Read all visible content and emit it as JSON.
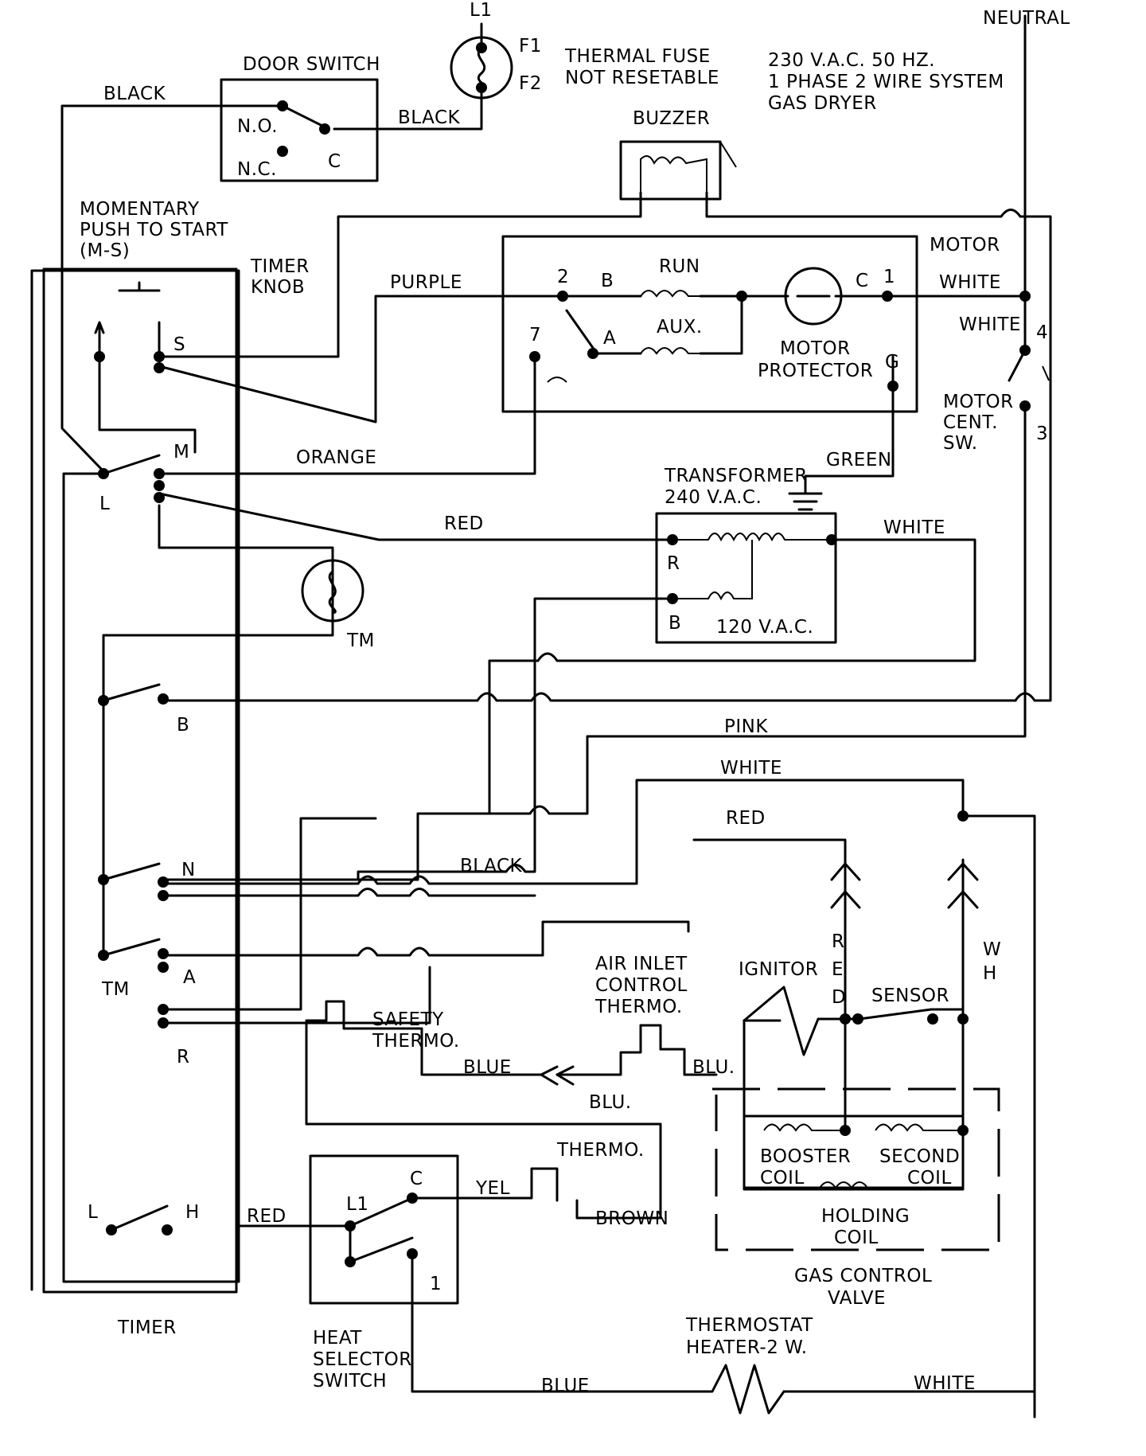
{
  "labels": {
    "l1_top": "L1",
    "f1": "F1",
    "f2": "F2",
    "thermal_fuse_1": "THERMAL FUSE",
    "thermal_fuse_2": "NOT RESETABLE",
    "spec_1": "230 V.A.C. 50 HZ.",
    "spec_2": "1 PHASE 2 WIRE SYSTEM",
    "spec_3": "GAS DRYER",
    "neutral": "NEUTRAL",
    "door_switch": "DOOR SWITCH",
    "ds_no": "N.O.",
    "ds_nc": "N.C.",
    "ds_c": "C",
    "black_1": "BLACK",
    "black_2": "BLACK",
    "buzzer": "BUZZER",
    "momentary_1": "MOMENTARY",
    "momentary_2": "PUSH TO START",
    "momentary_3": "(M-S)",
    "timer_knob_1": "TIMER",
    "timer_knob_2": "KNOB",
    "purple": "PURPLE",
    "motor": "MOTOR",
    "t_2": "2",
    "t_b": "B",
    "run": "RUN",
    "t_c": "C",
    "t_1": "1",
    "white_motor": "WHITE",
    "t_7": "7",
    "t_a": "A",
    "aux": "AUX.",
    "motor_protector_1": "MOTOR",
    "motor_protector_2": "PROTECTOR",
    "t_g": "G",
    "white_4": "WHITE",
    "t_4": "4",
    "motor_cent_1": "MOTOR",
    "motor_cent_2": "CENT.",
    "motor_cent_3": "SW.",
    "t_3": "3",
    "s": "S",
    "m": "M",
    "l_timer": "L",
    "orange": "ORANGE",
    "green": "GREEN",
    "transformer_1": "TRANSFORMER",
    "transformer_2": "240 V.A.C.",
    "red_1": "RED",
    "white_tr": "WHITE",
    "tr_r": "R",
    "tr_b": "B",
    "v120": "120 V.A.C.",
    "tm_motor": "TM",
    "b_contact": "B",
    "pink": "PINK",
    "white_2": "WHITE",
    "red_2": "RED",
    "n_contact": "N",
    "black_3": "BLACK",
    "tm_contact": "TM",
    "a_contact": "A",
    "r_contact": "R",
    "air_inlet_1": "AIR INLET",
    "air_inlet_2": "CONTROL",
    "air_inlet_3": "THERMO.",
    "ignitor": "IGNITOR",
    "red_v_r": "R",
    "red_v_e": "E",
    "red_v_d": "D",
    "sensor": "SENSOR",
    "wh_w": "W",
    "wh_h": "H",
    "safety_1": "SAFETY",
    "safety_2": "THERMO.",
    "blue_1": "BLUE",
    "blu_1": "BLU.",
    "blu_2": "BLU.",
    "booster_1": "BOOSTER",
    "booster_2": "COIL",
    "second_1": "SECOND",
    "second_2": "COIL",
    "holding_1": "HOLDING",
    "holding_2": "COIL",
    "thermo": "THERMO.",
    "yel": "YEL",
    "brown": "BROWN",
    "hs_l1": "L1",
    "hs_c": "C",
    "hs_1": "1",
    "l_bottom": "L",
    "h_bottom": "H",
    "red_3": "RED",
    "gas_valve_1": "GAS CONTROL",
    "gas_valve_2": "VALVE",
    "timer": "TIMER",
    "heat_sel_1": "HEAT",
    "heat_sel_2": "SELECTOR",
    "heat_sel_3": "SWITCH",
    "thermostat_1": "THERMOSTAT",
    "thermostat_2": "HEATER-2 W.",
    "blue_2": "BLUE",
    "white_3": "WHITE"
  }
}
